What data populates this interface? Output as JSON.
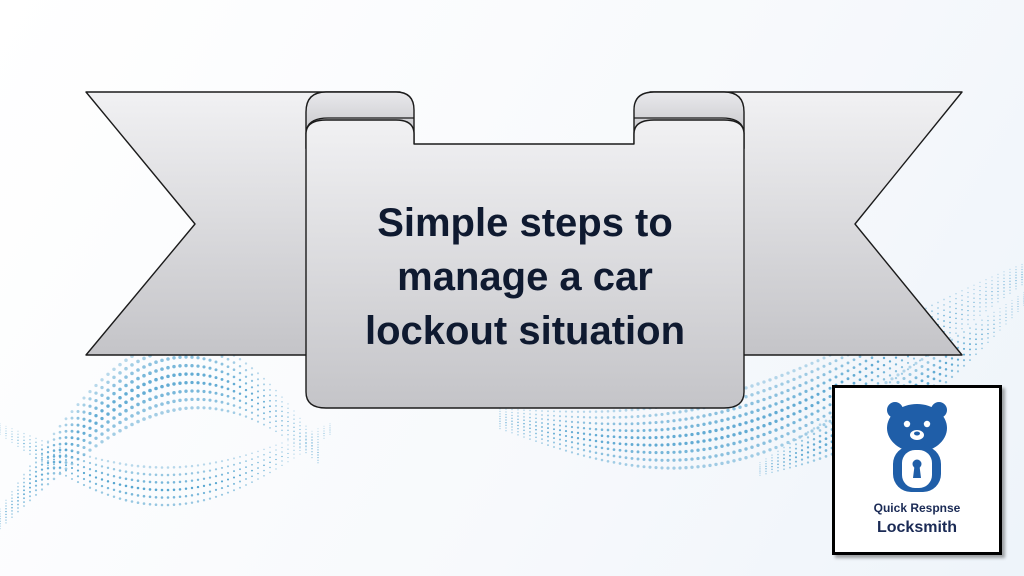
{
  "slide": {
    "title": "Simple steps to\nmanage a car\nlockout situation"
  },
  "logo": {
    "line1": "Quick Respnse",
    "line2": "Locksmith",
    "icon": "bear-padlock-icon",
    "color": "#1f5ea8"
  },
  "colors": {
    "banner_fill": "#d9d9dc",
    "banner_stroke": "#1b1b1b",
    "title_text": "#0f1a30",
    "wave_dots": "#3a96c8"
  }
}
